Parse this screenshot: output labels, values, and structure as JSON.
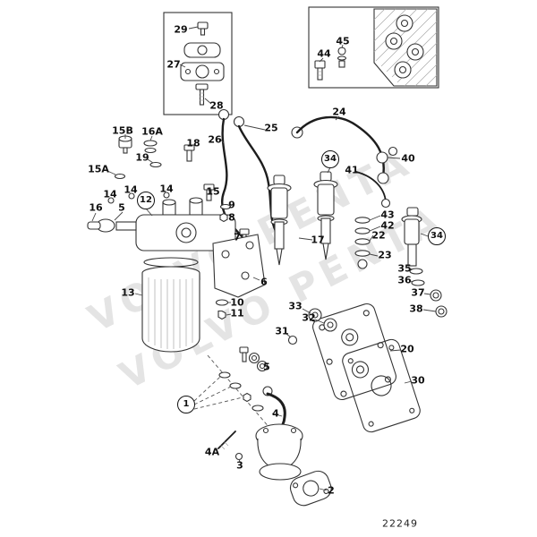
{
  "figure": {
    "watermark_line1": "VOLVO PENTA",
    "watermark_line2": "VOLVO PENTA",
    "drawing_number": "22249"
  },
  "callouts": {
    "c29": {
      "text": "29"
    },
    "c27": {
      "text": "27"
    },
    "c28": {
      "text": "28"
    },
    "c44": {
      "text": "44"
    },
    "c45": {
      "text": "45"
    },
    "c15B": {
      "text": "15B"
    },
    "c16A": {
      "text": "16A"
    },
    "c18": {
      "text": "18"
    },
    "c26": {
      "text": "26"
    },
    "c25": {
      "text": "25"
    },
    "c24": {
      "text": "24"
    },
    "c19": {
      "text": "19"
    },
    "c15A": {
      "text": "15A"
    },
    "c34a": {
      "text": "34"
    },
    "c41": {
      "text": "41"
    },
    "c40": {
      "text": "40"
    },
    "c16": {
      "text": "16"
    },
    "c14a": {
      "text": "14"
    },
    "c5a": {
      "text": "5"
    },
    "c14b": {
      "text": "14"
    },
    "c12": {
      "text": "12"
    },
    "c14c": {
      "text": "14"
    },
    "c15": {
      "text": "15"
    },
    "c9": {
      "text": "9"
    },
    "c8": {
      "text": "8"
    },
    "c43": {
      "text": "43"
    },
    "c42": {
      "text": "42"
    },
    "c22": {
      "text": "22"
    },
    "c34b": {
      "text": "34"
    },
    "c7": {
      "text": "7"
    },
    "c17": {
      "text": "17"
    },
    "c23": {
      "text": "23"
    },
    "c35": {
      "text": "35"
    },
    "c36": {
      "text": "36"
    },
    "c6": {
      "text": "6"
    },
    "c37": {
      "text": "37"
    },
    "c38": {
      "text": "38"
    },
    "c13": {
      "text": "13"
    },
    "c10": {
      "text": "10"
    },
    "c11": {
      "text": "11"
    },
    "c33": {
      "text": "33"
    },
    "c32": {
      "text": "32"
    },
    "c31": {
      "text": "31"
    },
    "c20": {
      "text": "20"
    },
    "c5b": {
      "text": "5"
    },
    "c30": {
      "text": "30"
    },
    "c1": {
      "text": "1"
    },
    "c4": {
      "text": "4"
    },
    "c4A": {
      "text": "4A"
    },
    "c3": {
      "text": "3"
    },
    "c2": {
      "text": "2"
    }
  }
}
